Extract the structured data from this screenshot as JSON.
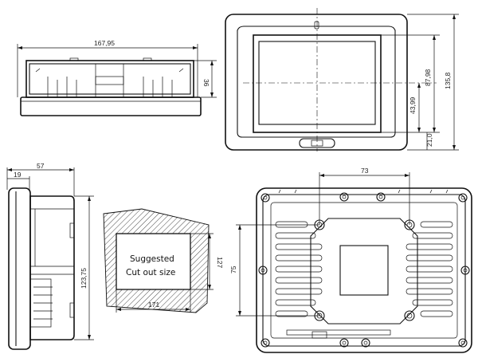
{
  "dimensions": {
    "side_width": "167,95",
    "side_height": "36",
    "front_inner_height": "87,98",
    "front_total_height": "135,8",
    "front_center_height": "43,99",
    "front_bottom_offset": "21,0",
    "left_depth": "57",
    "left_bezel_depth": "19",
    "left_height": "123,75",
    "cutout_width": "171",
    "cutout_height": "127",
    "back_mount_width": "73",
    "back_mount_height": "75"
  },
  "cutout": {
    "line1": "Suggested",
    "line2": "Cut out size"
  }
}
